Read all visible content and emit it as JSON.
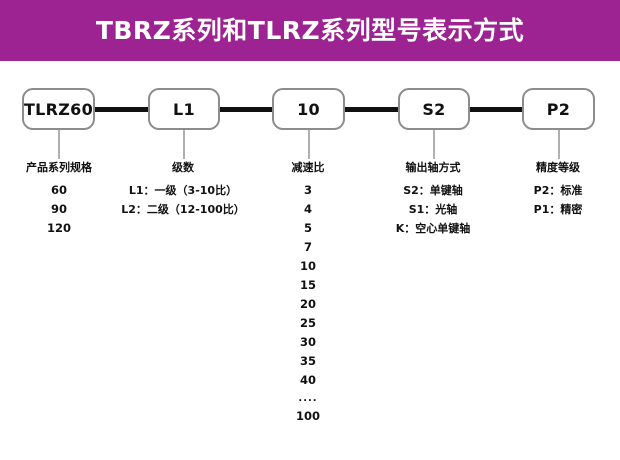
{
  "banner": {
    "title": "TBRZ系列和TLRZ系列型号表示方式",
    "background_color": "#9c2391",
    "text_color": "#ffffff"
  },
  "diagram": {
    "box_border_color": "#8c8c8c",
    "connector_color": "#111111",
    "columns": [
      {
        "code": "TLRZ60",
        "header": "产品系列规格",
        "items": [
          "60",
          "90",
          "120"
        ]
      },
      {
        "code": "L1",
        "header": "级数",
        "items": [
          "L1：一级（3-10比）",
          "L2：二级（12-100比）"
        ]
      },
      {
        "code": "10",
        "header": "减速比",
        "items": [
          "3",
          "4",
          "5",
          "7",
          "10",
          "15",
          "20",
          "25",
          "30",
          "35",
          "40",
          "....",
          "100"
        ]
      },
      {
        "code": "S2",
        "header": "输出轴方式",
        "items": [
          "S2：单键轴",
          "S1：光轴",
          "K：空心单键轴"
        ]
      },
      {
        "code": "P2",
        "header": "精度等级",
        "items": [
          "P2：标准",
          "P1：精密"
        ]
      }
    ]
  }
}
